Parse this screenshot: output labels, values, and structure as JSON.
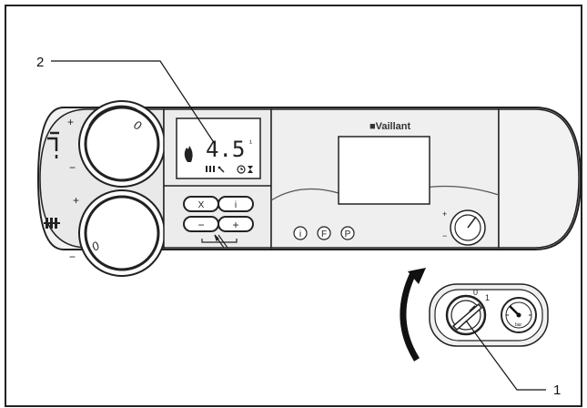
{
  "callouts": {
    "label_2": "2",
    "label_1": "1"
  },
  "brand": {
    "name": "■Vaillant"
  },
  "display": {
    "value": "4.5",
    "unit": "¹"
  },
  "buttons": {
    "x": "X",
    "i": "i",
    "minus": "−",
    "plus": "+"
  },
  "knobs": {
    "hot_water_plus": "+",
    "hot_water_minus": "−",
    "heating_plus": "+",
    "heating_minus": "−",
    "right_plus": "+",
    "right_minus": "−",
    "knob_mark_top": "0",
    "knob_mark_bottom": "0"
  },
  "function_buttons": [
    "i",
    "F",
    "P"
  ],
  "main_switch": {
    "off": "0",
    "on": "1"
  },
  "gauge": {
    "label": "bar"
  }
}
